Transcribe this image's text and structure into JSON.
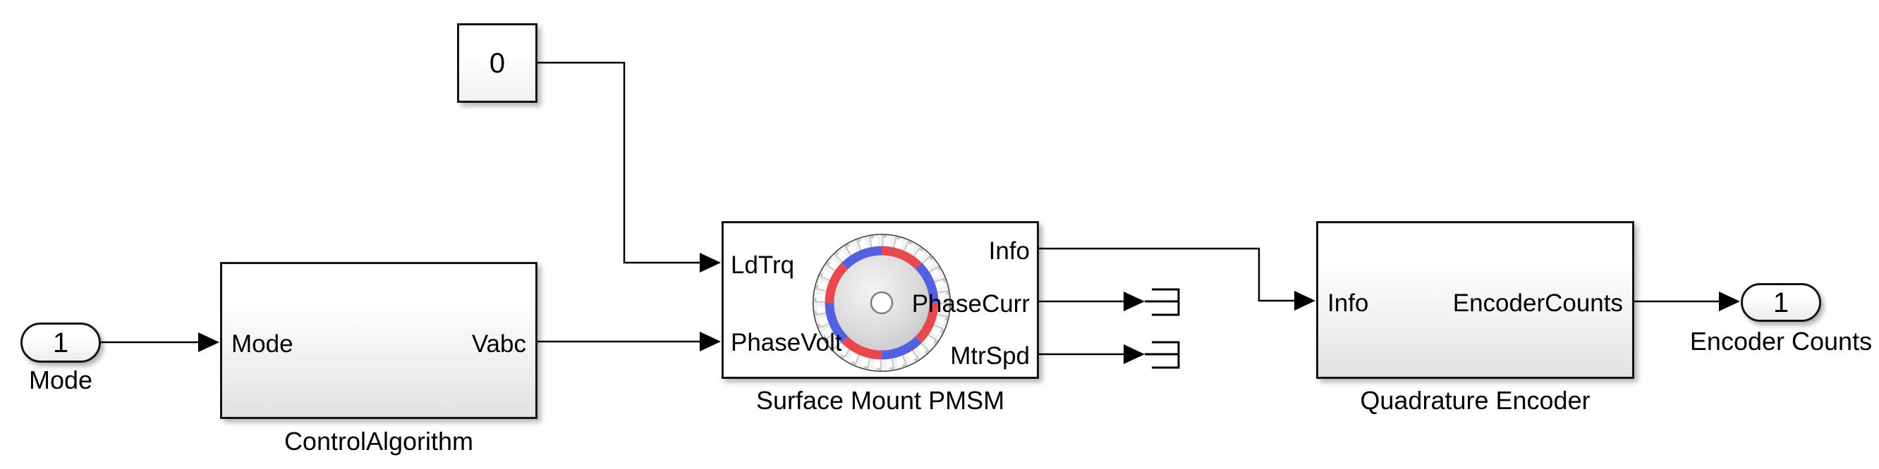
{
  "canvas": {
    "background": "#ffffff",
    "wire_color": "#000000"
  },
  "constant_block": {
    "value": "0"
  },
  "inport": {
    "number": "1",
    "caption": "Mode"
  },
  "control_algorithm": {
    "caption": "ControlAlgorithm",
    "input_mode": "Mode",
    "output_vabc": "Vabc"
  },
  "pmsm": {
    "caption": "Surface Mount PMSM",
    "input_ldtrq": "LdTrq",
    "input_phasevolt": "PhaseVolt",
    "output_info": "Info",
    "output_phasecurr": "PhaseCurr",
    "output_mtrspd": "MtrSpd",
    "icon_colors": {
      "magnet_red": "#e8484f",
      "magnet_blue": "#5560e0",
      "stator_gray": "#c9c9c9",
      "rotor_gray": "#cccccc"
    }
  },
  "quadrature_encoder": {
    "caption": "Quadrature Encoder",
    "input_info": "Info",
    "output_encodercounts": "EncoderCounts"
  },
  "outport": {
    "number": "1",
    "caption": "Encoder Counts"
  }
}
